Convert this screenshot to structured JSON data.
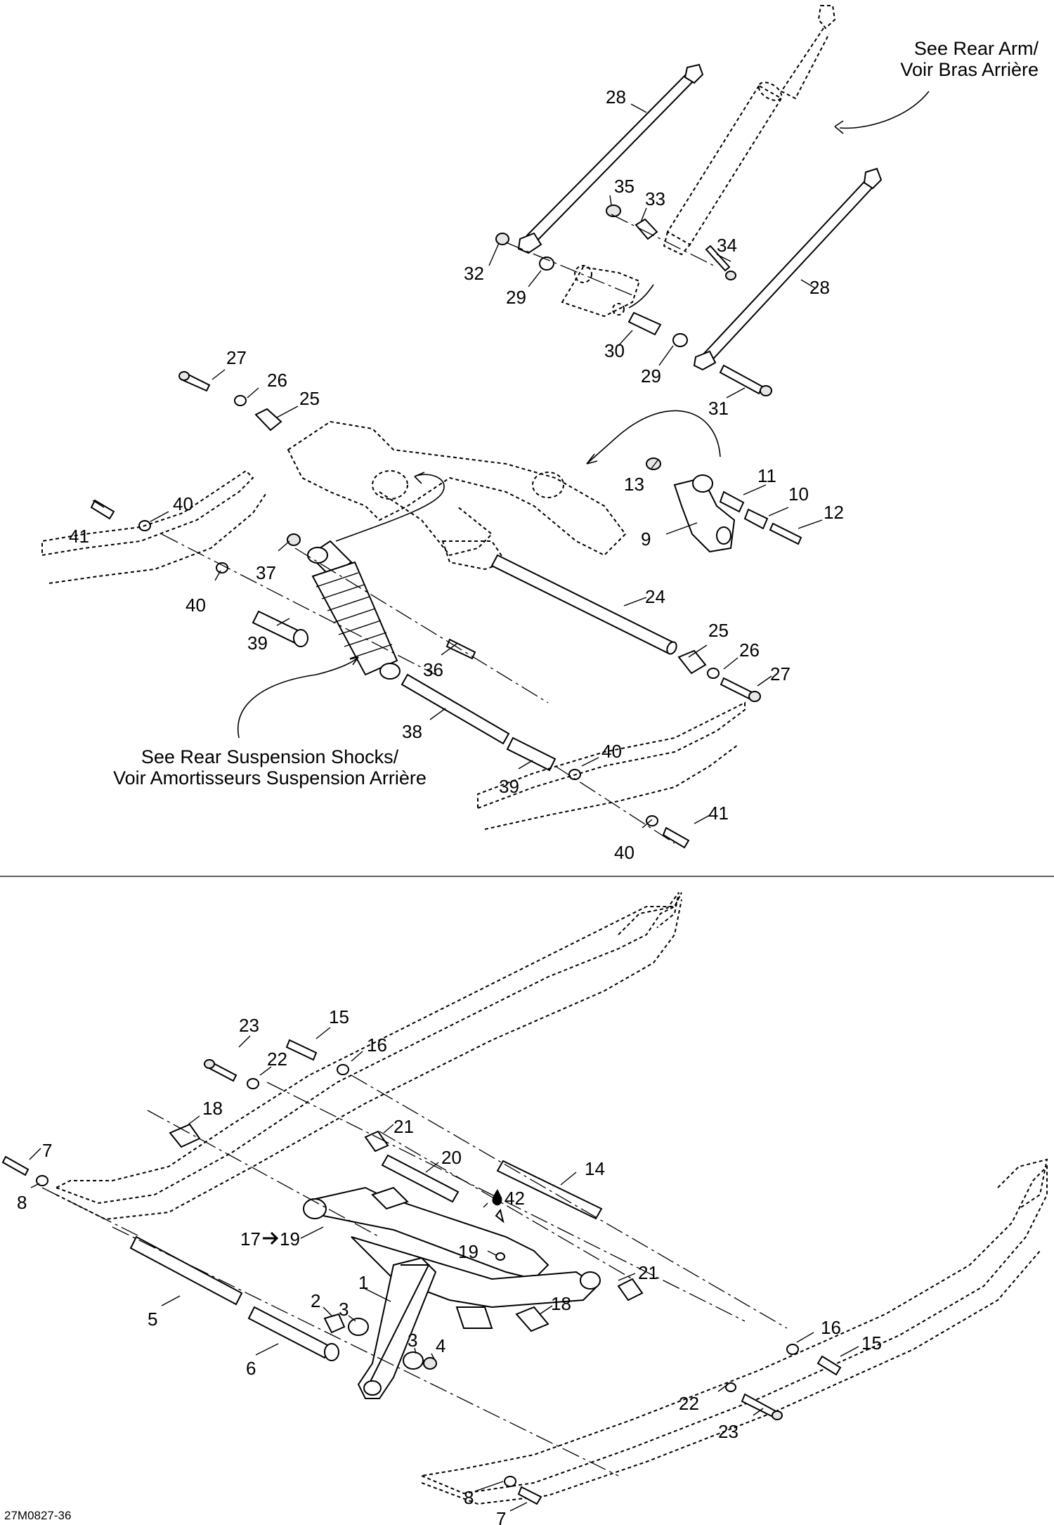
{
  "callouts": {
    "see_rear_arm_line1": "See Rear Arm/",
    "see_rear_arm_line2": "Voir Bras Arrière",
    "see_shocks_line1": "See Rear Suspension Shocks/",
    "see_shocks_line2": "Voir Amortisseurs Suspension Arrière"
  },
  "drawing_code": "27M0827-36",
  "top_labels": {
    "p28a": "28",
    "p28b": "28",
    "p35": "35",
    "p33": "33",
    "p34": "34",
    "p32": "32",
    "p29a": "29",
    "p29b": "29",
    "p30": "30",
    "p31": "31",
    "p27a": "27",
    "p26a": "26",
    "p25a": "25",
    "p13": "13",
    "p11": "11",
    "p10": "10",
    "p12": "12",
    "p9": "9",
    "p40a": "40",
    "p41a": "41",
    "p37": "37",
    "p40b": "40",
    "p24": "24",
    "p39a": "39",
    "p25b": "25",
    "p26b": "26",
    "p27b": "27",
    "p36": "36",
    "p38": "38",
    "p40c": "40",
    "p39b": "39",
    "p41b": "41",
    "p40d": "40"
  },
  "bottom_labels": {
    "p23a": "23",
    "p15a": "15",
    "p16a": "16",
    "p22a": "22",
    "p18a": "18",
    "p21a": "21",
    "p20": "20",
    "p14": "14",
    "p7a": "7",
    "p8a": "8",
    "p42": "42",
    "p17_19": "17",
    "p17_19_to": "19",
    "p19": "19",
    "p21b": "21",
    "p5": "5",
    "p1": "1",
    "p2": "2",
    "p3a": "3",
    "p3b": "3",
    "p4": "4",
    "p18b": "18",
    "p16b": "16",
    "p15b": "15",
    "p6": "6",
    "p22b": "22",
    "p23b": "23",
    "p8b": "8",
    "p7b": "7"
  }
}
